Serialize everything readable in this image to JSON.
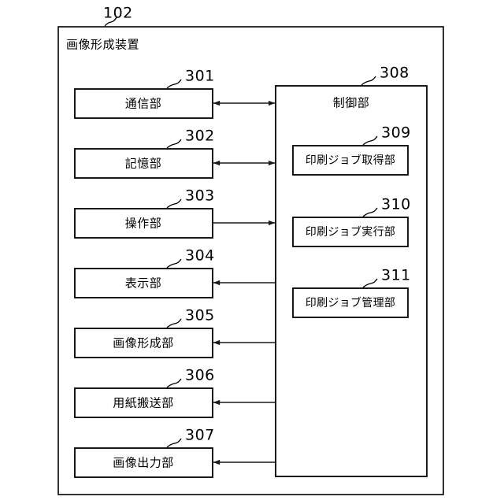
{
  "figure": {
    "device_ref": "102",
    "device_title": "画像形成装置",
    "background_color": "#ffffff",
    "line_color": "#000000"
  },
  "left_units": [
    {
      "ref": "301",
      "label": "通信部",
      "arrow": "bidirectional"
    },
    {
      "ref": "302",
      "label": "記憶部",
      "arrow": "bidirectional"
    },
    {
      "ref": "303",
      "label": "操作部",
      "arrow": "to-controller"
    },
    {
      "ref": "304",
      "label": "表示部",
      "arrow": "from-controller"
    },
    {
      "ref": "305",
      "label": "画像形成部",
      "arrow": "from-controller"
    },
    {
      "ref": "306",
      "label": "用紙搬送部",
      "arrow": "from-controller"
    },
    {
      "ref": "307",
      "label": "画像出力部",
      "arrow": "from-controller"
    }
  ],
  "controller": {
    "ref": "308",
    "label": "制御部",
    "modules": [
      {
        "ref": "309",
        "label": "印刷ジョブ取得部"
      },
      {
        "ref": "310",
        "label": "印刷ジョブ実行部"
      },
      {
        "ref": "311",
        "label": "印刷ジョブ管理部"
      }
    ]
  }
}
